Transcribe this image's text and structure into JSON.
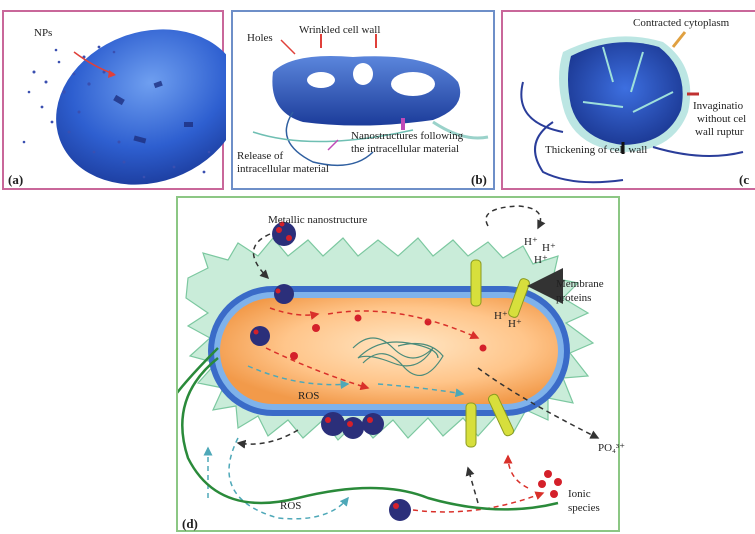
{
  "panel_a": {
    "label": "(a)",
    "nps": "NPs"
  },
  "panel_b": {
    "label": "(b)",
    "holes": "Holes",
    "wrinkled": "Wrinkled cell wall",
    "nano_following_1": "Nanostructures following",
    "nano_following_2": "the intracellular material",
    "release_1": "Release of",
    "release_2": "intracellular material"
  },
  "panel_c": {
    "label": "(c",
    "contracted": "Contracted cytoplasm",
    "invagination_1": "Invaginatio",
    "invagination_2": "without cel",
    "invagination_3": "wall ruptur",
    "thickening": "Thickening of cell wall"
  },
  "panel_d": {
    "label": "(d)",
    "metallic": "Metallic nanostructure",
    "h1": "H⁺",
    "h2": "H⁺",
    "h3": "H⁺",
    "h4": "H⁺",
    "h5": "H⁺",
    "membrane_1": "Membrane",
    "membrane_2": "proteins",
    "ros_inner": "ROS",
    "ros_outer": "ROS",
    "po4": "PO₄³⁺",
    "ionic_1": "Ionic",
    "ionic_2": "species"
  }
}
